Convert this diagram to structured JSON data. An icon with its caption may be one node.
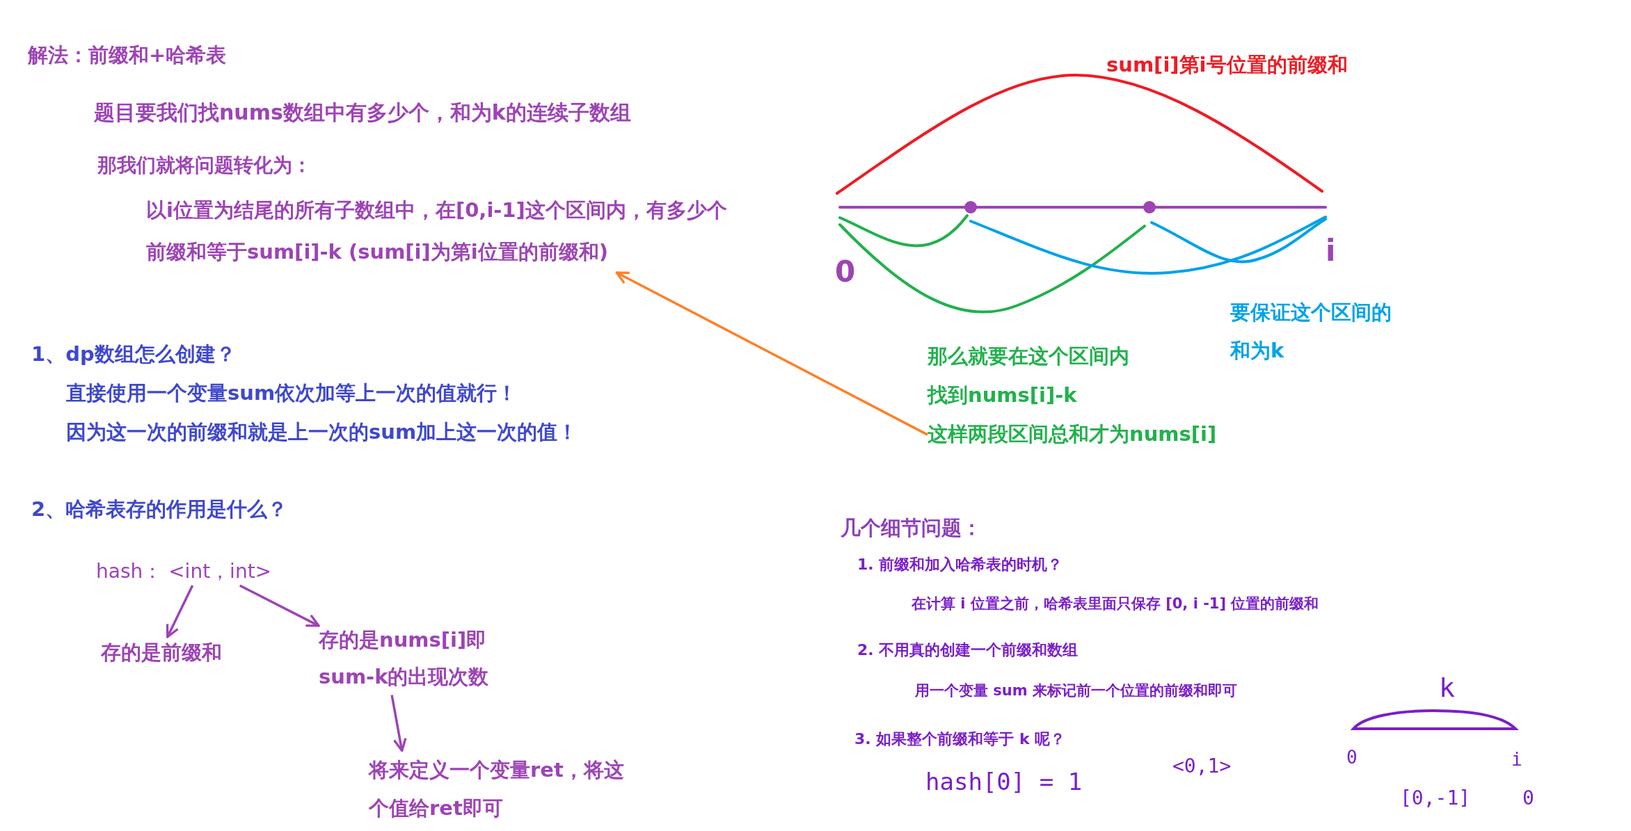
{
  "diagram": {
    "nodes": [
      {
        "text": [
          "hash： <int，int>"
        ]
      },
      {
        "text": [
          "存的是前缀和"
        ]
      },
      {
        "text": [
          "存的是nums[i]即",
          "sum-k的出现次数"
        ]
      },
      {
        "text": [
          "将来定义一个变量ret，将这",
          "个值给ret即可"
        ]
      },
      {
        "text": [
          "以i位置为结尾的所有子数组中，在[0,i-1]这个区间内，有多少个",
          "前缀和等于sum[i]-k (sum[i]为第i位置的前缀和)"
        ]
      },
      {
        "text": [
          "那么就要在这个区间内",
          "找到nums[i]-k",
          "这样两段区间总和才为nums[i]"
        ]
      }
    ],
    "edges": [
      {
        "from": 0,
        "to": 1,
        "arrow": "to"
      },
      {
        "from": 0,
        "to": 2,
        "arrow": "to"
      },
      {
        "from": 2,
        "to": 3,
        "arrow": "to"
      },
      {
        "from": 5,
        "to": 4,
        "arrow": "to",
        "color": "#ff7f27"
      }
    ],
    "labels": [
      "解法：前缀和+哈希表",
      "题目要我们找nums数组中有多少个，和为k的连续子数组",
      "那我们就将问题转化为：",
      "sum[i]第i号位置的前缀和",
      "0",
      "i",
      "要保证这个区间的",
      "和为k",
      "1、dp数组怎么创建？",
      "直接使用一个变量sum依次加等上一次的值就行！",
      "因为这一次的前缀和就是上一次的sum加上这一次的值！",
      "2、哈希表存的作用是什么？",
      "几个细节问题：",
      "1. 前缀和加入哈希表的时机？",
      "在计算 i 位置之前，哈希表里面只保存 [0, i -1] 位置的前缀和",
      "2. 不用真的创建一个前缀和数组",
      "用一个变量 sum 来标记前一个位置的前缀和即可",
      "3. 如果整个前缀和等于 k 呢？",
      "hash[0] = 1",
      "<0,1>",
      "k",
      "0",
      "i",
      "[0,-1]",
      "0"
    ]
  }
}
